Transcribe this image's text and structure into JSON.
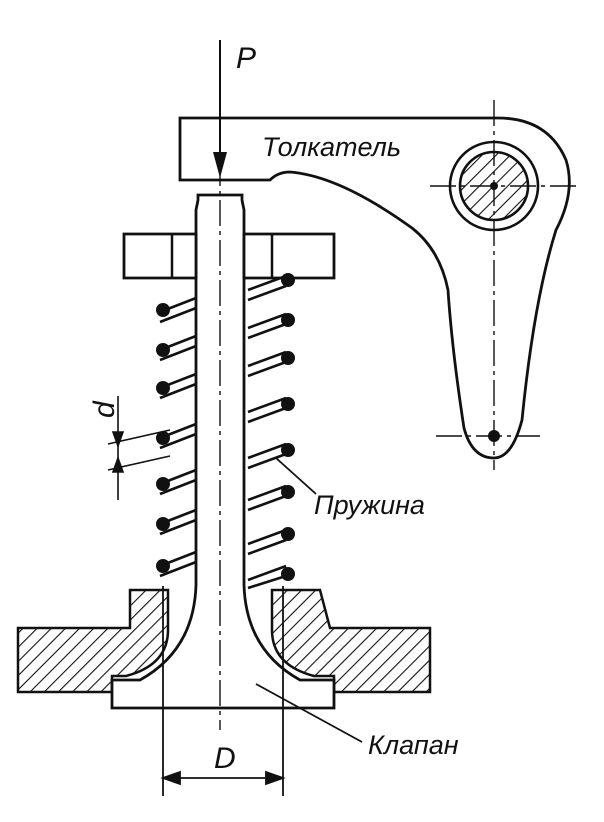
{
  "labels": {
    "force": "P",
    "pusher": "Толкатель",
    "wire": "d",
    "spring": "Пружина",
    "valve": "Клапан",
    "diameter": "D"
  },
  "colors": {
    "ink": "#111111",
    "background": "#ffffff"
  }
}
